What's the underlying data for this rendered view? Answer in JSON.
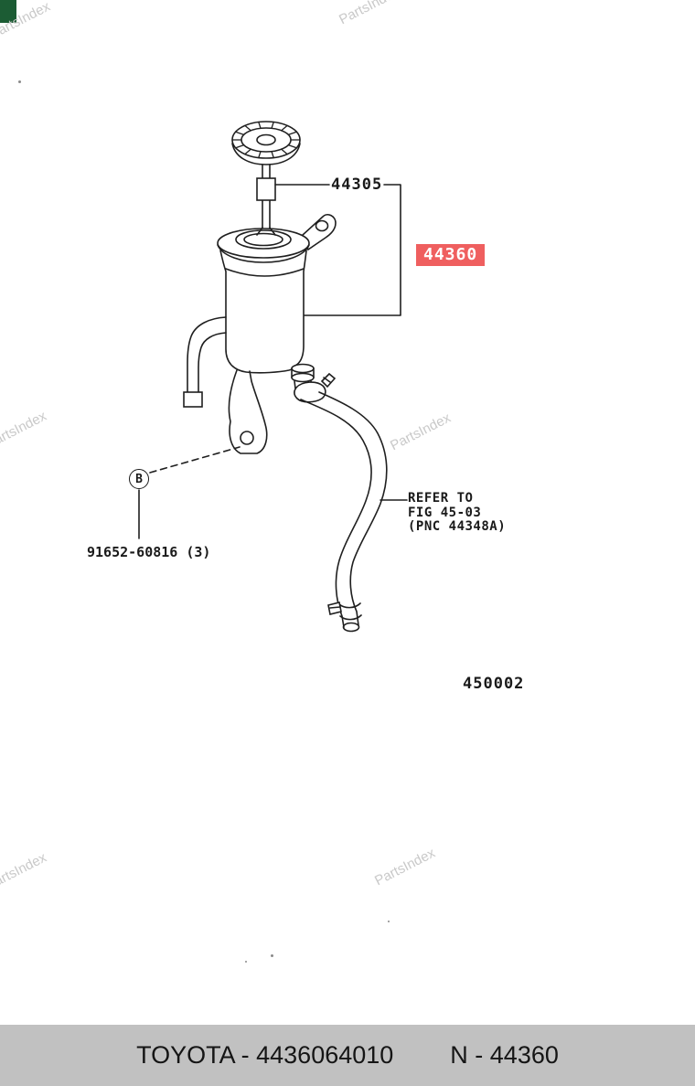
{
  "watermark": {
    "text": "PartsIndex",
    "color": "#c9c9c9"
  },
  "corner_marker": {
    "color": "#1c5c34"
  },
  "diagram": {
    "figure_number": "450002",
    "callouts": {
      "cap_part_number": "44305",
      "main_part_number": "44360",
      "main_highlight_bg": "#ef5f5f",
      "main_highlight_fg": "#ffffff",
      "refer_note": {
        "line1": "REFER TO",
        "line2": "FIG 45-03",
        "line3": "(PNC 44348A)"
      },
      "bolt_symbol": "B",
      "bolt_part_number": "91652-60816 (3)"
    }
  },
  "footer": {
    "catalog_text": "TOYOTA - 4436064010",
    "part_text": "N - 44360",
    "background": "#c1c1c1"
  }
}
